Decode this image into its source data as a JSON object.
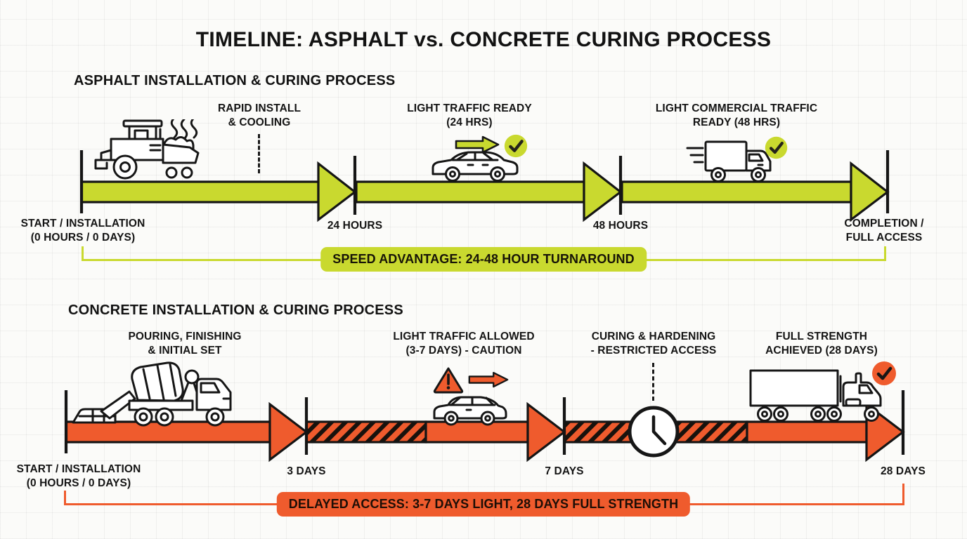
{
  "page": {
    "title": "TIMELINE: ASPHALT vs. CONCRETE CURING PROCESS"
  },
  "colors": {
    "asphalt": "#c9d92f",
    "concrete": "#ef5b2d",
    "ink": "#161616",
    "background": "#fbfbf9"
  },
  "asphalt": {
    "heading": "ASPHALT INSTALLATION & CURING PROCESS",
    "milestones": [
      {
        "line1": "RAPID INSTALL",
        "line2": "& COOLING"
      },
      {
        "line1": "LIGHT TRAFFIC READY",
        "line2": "(24 HRS)"
      },
      {
        "line1": "LIGHT COMMERCIAL TRAFFIC",
        "line2": "READY (48 HRS)"
      }
    ],
    "axis": [
      {
        "line1": "START / INSTALLATION",
        "line2": "(0 HOURS / 0 DAYS)"
      },
      {
        "line1": "24 HOURS",
        "line2": ""
      },
      {
        "line1": "48 HOURS",
        "line2": ""
      },
      {
        "line1": "COMPLETION /",
        "line2": "FULL ACCESS"
      }
    ],
    "badge": "SPEED ADVANTAGE: 24-48 HOUR TURNAROUND",
    "icons": [
      "paver-machine-icon",
      "sedan-car-icon",
      "forward-arrow-icon",
      "check-icon",
      "box-truck-icon",
      "check-icon"
    ]
  },
  "concrete": {
    "heading": "CONCRETE INSTALLATION & CURING PROCESS",
    "milestones": [
      {
        "line1": "POURING, FINISHING",
        "line2": "& INITIAL SET"
      },
      {
        "line1": "LIGHT TRAFFIC ALLOWED",
        "line2": "(3-7 DAYS) - CAUTION"
      },
      {
        "line1": "CURING & HARDENING",
        "line2": "- RESTRICTED ACCESS"
      },
      {
        "line1": "FULL STRENGTH",
        "line2": "ACHIEVED (28 DAYS)"
      }
    ],
    "axis": [
      {
        "line1": "START / INSTALLATION",
        "line2": "(0 HOURS / 0 DAYS)"
      },
      {
        "line1": "3 DAYS",
        "line2": ""
      },
      {
        "line1": "7 DAYS",
        "line2": ""
      },
      {
        "line1": "28 DAYS",
        "line2": ""
      }
    ],
    "badge": "DELAYED ACCESS: 3-7 DAYS LIGHT, 28 DAYS FULL STRENGTH",
    "icons": [
      "mixer-truck-icon",
      "warning-triangle-icon",
      "forward-arrow-icon",
      "hatchback-car-icon",
      "clock-icon",
      "semi-truck-icon",
      "check-icon"
    ]
  }
}
